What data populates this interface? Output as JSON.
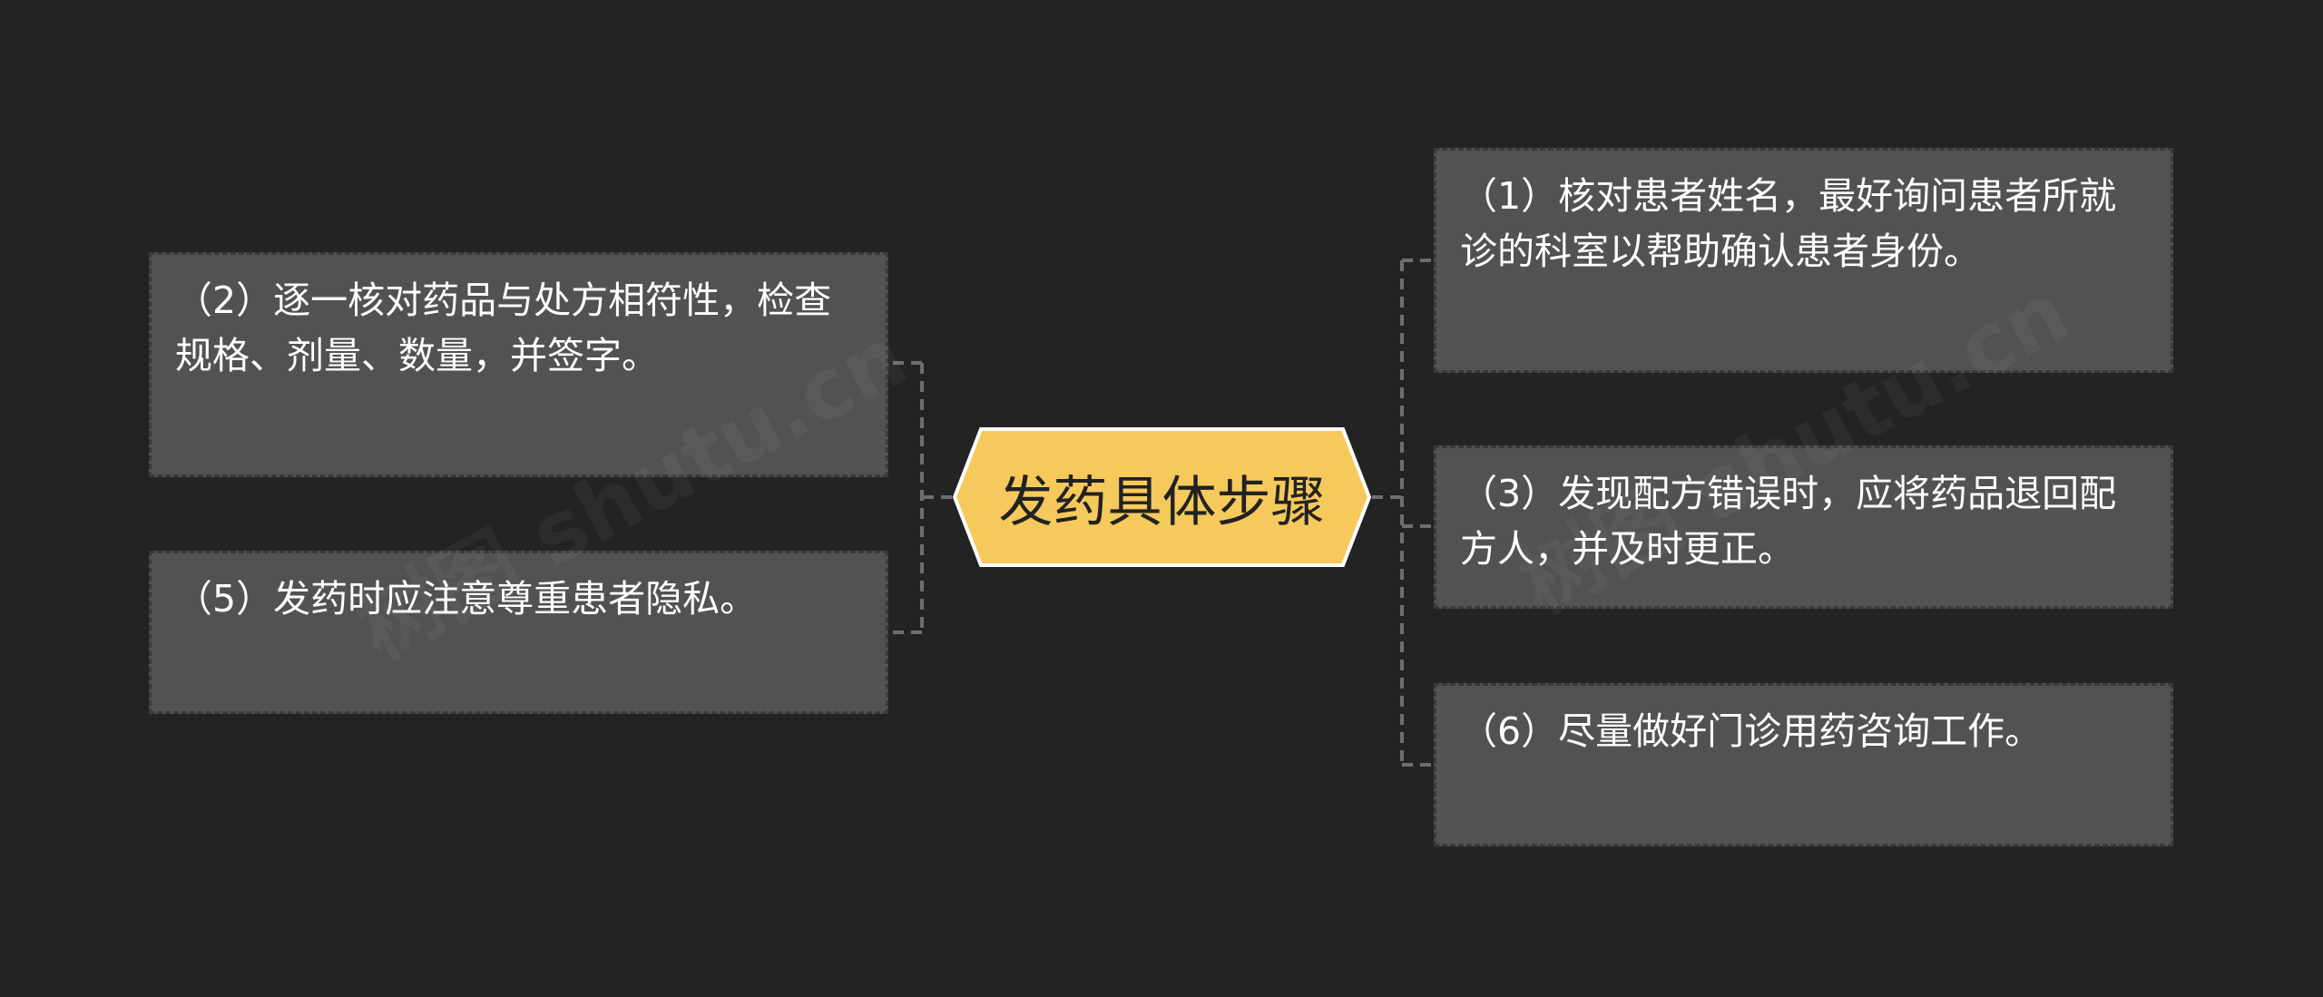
{
  "central": {
    "label": "发药具体步骤"
  },
  "nodes": {
    "step1": "（1）核对患者姓名，最好询问患者所就诊的科室以帮助确认患者身份。",
    "step2": "（2）逐一核对药品与处方相符性，检查规格、剂量、数量，并签字。",
    "step3": "（3）发现配方错误时，应将药品退回配方人，并及时更正。",
    "step5": "（5）发药时应注意尊重患者隐私。",
    "step6": "（6）尽量做好门诊用药咨询工作。"
  },
  "watermark": {
    "text": "树图 shutu.cn"
  },
  "colors": {
    "background": "#232323",
    "node_fill": "#545250",
    "central_fill": "#f5c95c",
    "connector": "#6e6e6e"
  }
}
